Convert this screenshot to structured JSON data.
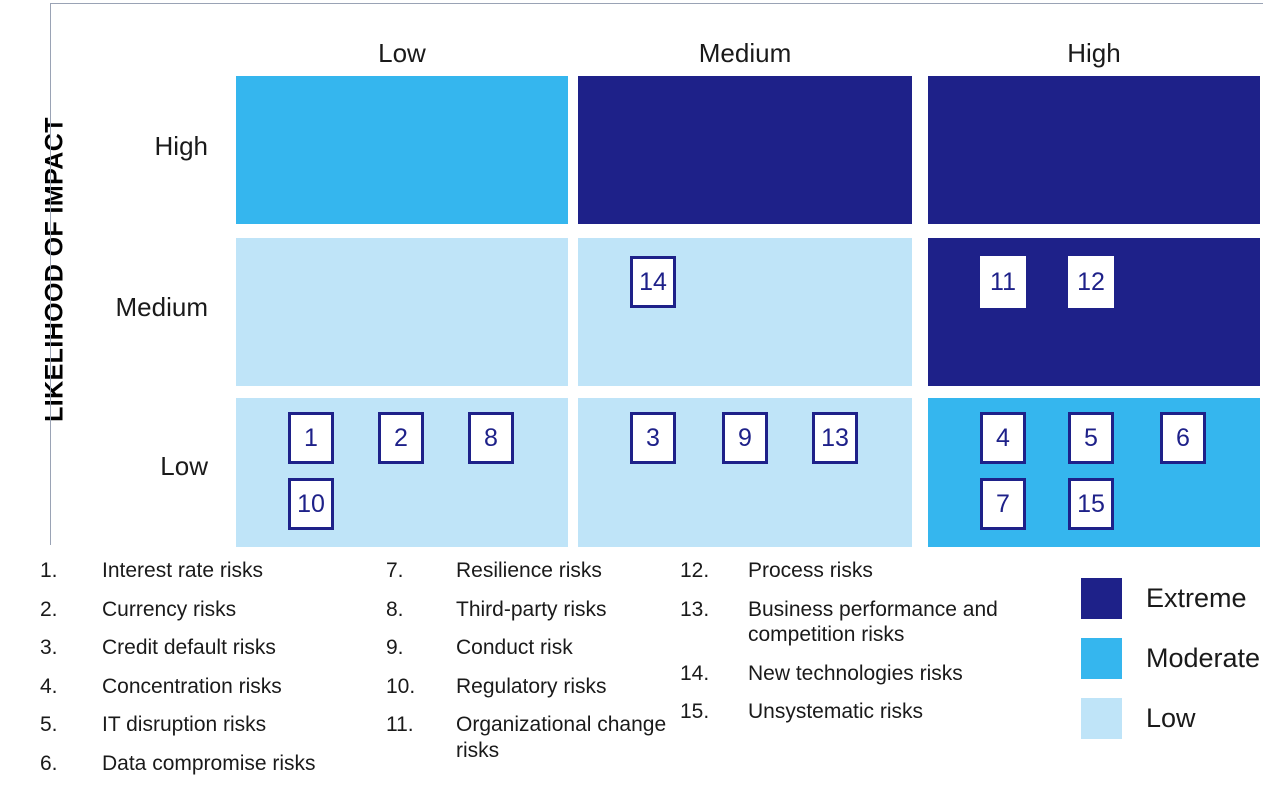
{
  "axis": {
    "y_label": "LIKELIHOOD OF IMPACT",
    "column_headers": [
      "Low",
      "Medium",
      "High"
    ],
    "row_labels": [
      "High",
      "Medium",
      "Low"
    ]
  },
  "colors": {
    "extreme": "#1E2189",
    "moderate": "#35B6EE",
    "low": "#BFE4F8",
    "marker_border": "#1E2189",
    "marker_fill": "#FFFFFF",
    "text": "#1A1A1A",
    "rule": "#9AA3B5"
  },
  "chart_data": {
    "type": "heatmap",
    "title": "",
    "xlabel": "",
    "ylabel": "LIKELIHOOD OF IMPACT",
    "x_categories": [
      "Low",
      "Medium",
      "High"
    ],
    "y_categories": [
      "High",
      "Medium",
      "Low"
    ],
    "severity_levels": [
      "Low",
      "Moderate",
      "Extreme"
    ],
    "cells": [
      {
        "row": "High",
        "col": "Low",
        "severity": "moderate",
        "markers": []
      },
      {
        "row": "High",
        "col": "Medium",
        "severity": "extreme",
        "markers": []
      },
      {
        "row": "High",
        "col": "High",
        "severity": "extreme",
        "markers": []
      },
      {
        "row": "Medium",
        "col": "Low",
        "severity": "low",
        "markers": []
      },
      {
        "row": "Medium",
        "col": "Medium",
        "severity": "low",
        "markers": [
          "14"
        ]
      },
      {
        "row": "Medium",
        "col": "High",
        "severity": "extreme",
        "markers": [
          "11",
          "12"
        ]
      },
      {
        "row": "Low",
        "col": "Low",
        "severity": "low",
        "markers": [
          "1",
          "2",
          "8",
          "10"
        ]
      },
      {
        "row": "Low",
        "col": "Medium",
        "severity": "low",
        "markers": [
          "3",
          "9",
          "13"
        ]
      },
      {
        "row": "Low",
        "col": "High",
        "severity": "moderate",
        "markers": [
          "4",
          "5",
          "6",
          "7",
          "15"
        ]
      }
    ]
  },
  "cells": {
    "high_low": {
      "severity": "moderate",
      "markers": []
    },
    "high_medium": {
      "severity": "extreme",
      "markers": []
    },
    "high_high": {
      "severity": "extreme",
      "markers": []
    },
    "medium_low": {
      "severity": "low",
      "markers": []
    },
    "medium_medium": {
      "severity": "low",
      "markers": [
        "14"
      ]
    },
    "medium_high": {
      "severity": "extreme",
      "markers": [
        "11",
        "12"
      ]
    },
    "low_low": {
      "severity": "low",
      "markers": [
        "1",
        "2",
        "8",
        "10"
      ]
    },
    "low_medium": {
      "severity": "low",
      "markers": [
        "3",
        "9",
        "13"
      ]
    },
    "low_high": {
      "severity": "moderate",
      "markers": [
        "4",
        "5",
        "6",
        "7",
        "15"
      ]
    }
  },
  "markers": {
    "m14": "14",
    "m11": "11",
    "m12": "12",
    "m1": "1",
    "m2": "2",
    "m8": "8",
    "m10": "10",
    "m3": "3",
    "m9": "9",
    "m13": "13",
    "m4": "4",
    "m5": "5",
    "m6": "6",
    "m7": "7",
    "m15": "15"
  },
  "risk_list": {
    "column1": [
      {
        "num": "1.",
        "text": "Interest rate risks"
      },
      {
        "num": "2.",
        "text": "Currency risks"
      },
      {
        "num": "3.",
        "text": "Credit default risks"
      },
      {
        "num": "4.",
        "text": "Concentration risks"
      },
      {
        "num": "5.",
        "text": "IT disruption risks"
      },
      {
        "num": "6.",
        "text": "Data compromise risks"
      }
    ],
    "column2": [
      {
        "num": "7.",
        "text": "Resilience risks"
      },
      {
        "num": "8.",
        "text": "Third-party risks"
      },
      {
        "num": "9.",
        "text": "Conduct risk"
      },
      {
        "num": "10.",
        "text": "Regulatory risks"
      },
      {
        "num": "11.",
        "text": "Organizational change risks"
      }
    ],
    "column3": [
      {
        "num": "12.",
        "text": "Process risks"
      },
      {
        "num": "13.",
        "text": "Business performance and competition risks"
      },
      {
        "num": "14.",
        "text": "New technologies risks"
      },
      {
        "num": "15.",
        "text": "Unsystematic risks"
      }
    ]
  },
  "key": {
    "items": [
      {
        "label": "Extreme",
        "color": "#1E2189"
      },
      {
        "label": "Moderate",
        "color": "#35B6EE"
      },
      {
        "label": "Low",
        "color": "#BFE4F8"
      }
    ]
  }
}
